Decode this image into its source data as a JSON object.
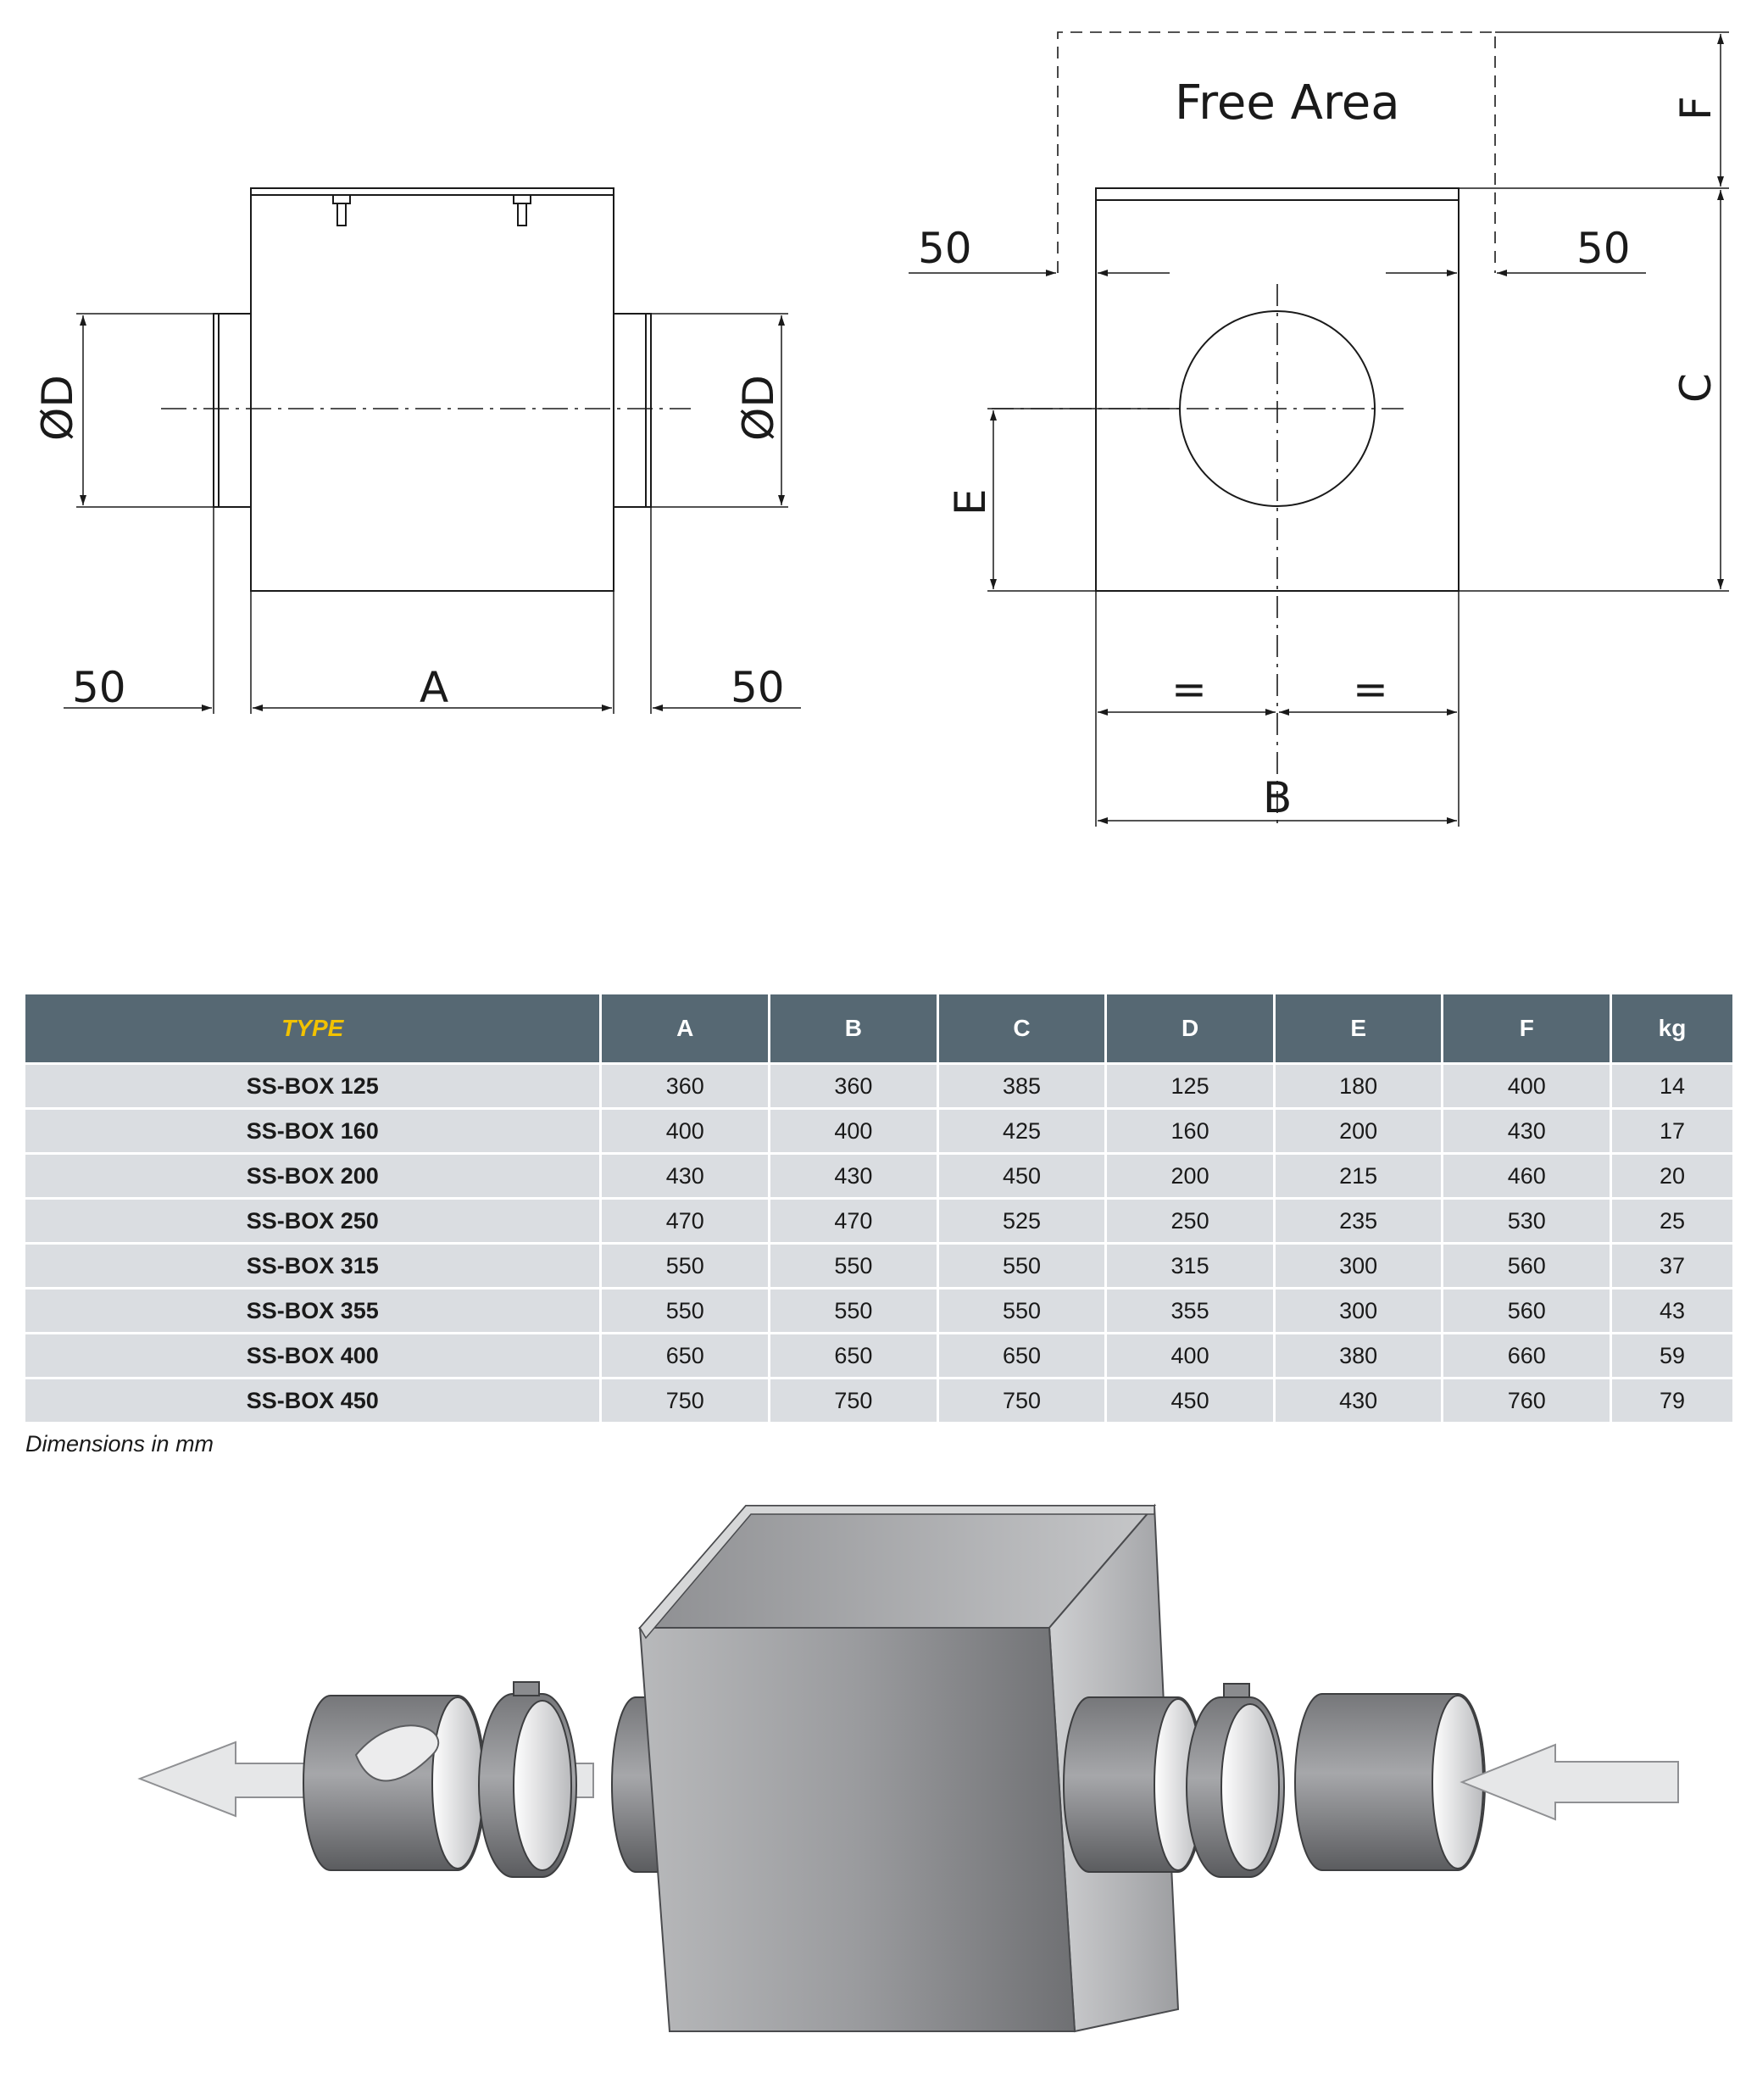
{
  "side_view": {
    "left_offset": "50",
    "length": "A",
    "right_offset": "50",
    "diameter_left": "ØD",
    "diameter_right": "ØD"
  },
  "front_view": {
    "free_area": "Free Area",
    "left_clearance": "50",
    "right_clearance": "50",
    "top_clearance": "F",
    "height": "C",
    "axis_height": "E",
    "half_left": "=",
    "half_right": "=",
    "width": "B"
  },
  "table": {
    "headers": [
      "TYPE",
      "A",
      "B",
      "C",
      "D",
      "E",
      "F",
      "kg"
    ],
    "rows": [
      [
        "SS-BOX 125",
        "360",
        "360",
        "385",
        "125",
        "180",
        "400",
        "14"
      ],
      [
        "SS-BOX 160",
        "400",
        "400",
        "425",
        "160",
        "200",
        "430",
        "17"
      ],
      [
        "SS-BOX 200",
        "430",
        "430",
        "450",
        "200",
        "215",
        "460",
        "20"
      ],
      [
        "SS-BOX 250",
        "470",
        "470",
        "525",
        "250",
        "235",
        "530",
        "25"
      ],
      [
        "SS-BOX 315",
        "550",
        "550",
        "550",
        "315",
        "300",
        "560",
        "37"
      ],
      [
        "SS-BOX 355",
        "550",
        "550",
        "550",
        "355",
        "300",
        "560",
        "43"
      ],
      [
        "SS-BOX 400",
        "650",
        "650",
        "650",
        "400",
        "380",
        "660",
        "59"
      ],
      [
        "SS-BOX 450",
        "750",
        "750",
        "750",
        "450",
        "430",
        "760",
        "79"
      ]
    ],
    "note": "Dimensions in mm"
  },
  "colors": {
    "header_bg": "#566873",
    "header_type_text": "#f2c200",
    "cell_bg": "#dadde1",
    "line": "#1a1a1a"
  }
}
